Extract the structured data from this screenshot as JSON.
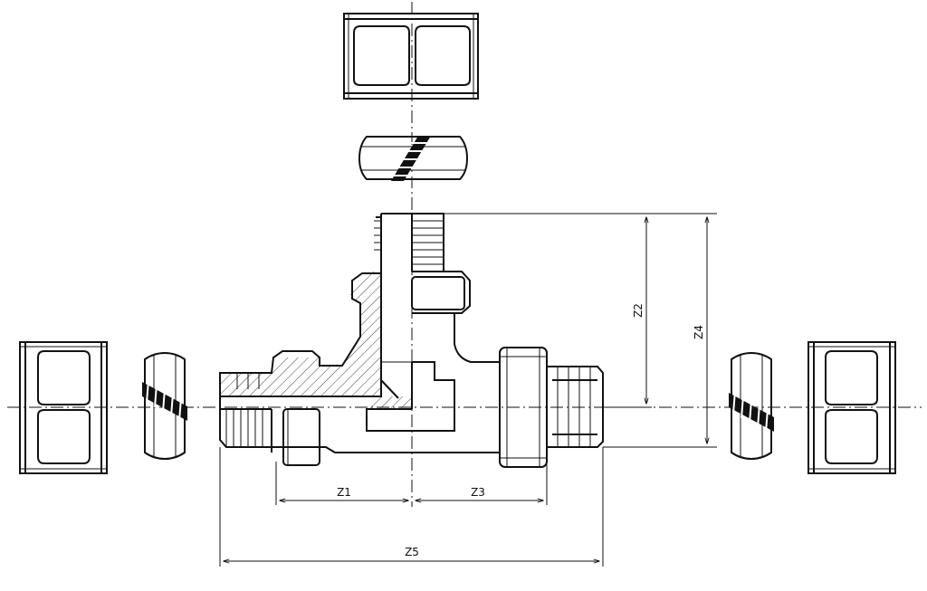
{
  "dimensions": {
    "z1": "Z1",
    "z2": "Z2",
    "z3": "Z3",
    "z4": "Z4",
    "z5": "Z5"
  },
  "colors": {
    "line": "#111111",
    "background": "#ffffff"
  }
}
